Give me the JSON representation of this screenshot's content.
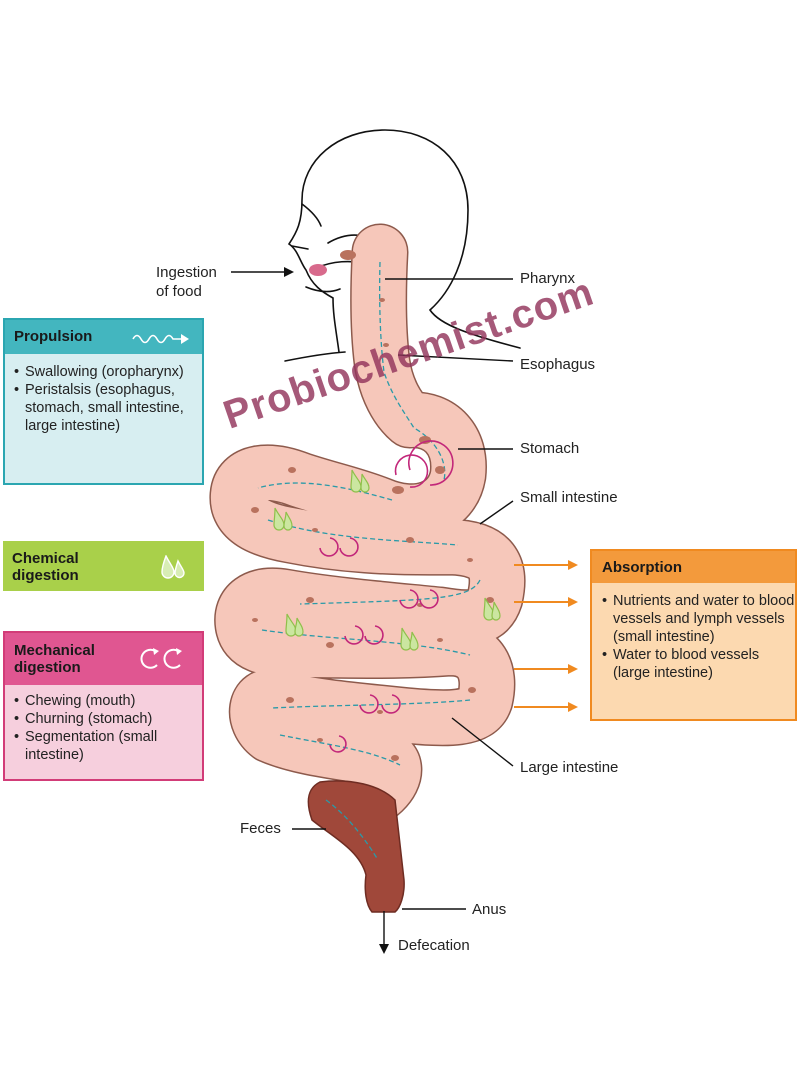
{
  "labels": {
    "ingestion": "Ingestion",
    "of_food": "of food",
    "pharynx": "Pharynx",
    "esophagus": "Esophagus",
    "stomach": "Stomach",
    "small_intestine": "Small intestine",
    "large_intestine": "Large intestine",
    "feces": "Feces",
    "anus": "Anus",
    "defecation": "Defecation"
  },
  "propulsion": {
    "title": "Propulsion",
    "icon": "wave-arrow-icon",
    "items": [
      "Swallowing (oropharynx)",
      "Peristalsis (esophagus, stomach, small intestine, large intestine)"
    ]
  },
  "chemical": {
    "title_line1": "Chemical",
    "title_line2": "digestion",
    "icon": "enzyme-drops-icon"
  },
  "mechanical": {
    "title_line1": "Mechanical",
    "title_line2": "digestion",
    "icon": "churning-arrows-icon",
    "items": [
      "Chewing (mouth)",
      "Churning (stomach)",
      "Segmentation (small intestine)"
    ]
  },
  "absorption": {
    "title": "Absorption",
    "items": [
      "Nutrients and water to blood vessels and lymph vessels (small intestine)",
      "Water to blood vessels (large intestine)"
    ]
  },
  "watermark": "Probiochemist.com",
  "colors": {
    "propulsion": "#43b6bf",
    "chemical": "#a9d04a",
    "mechanical": "#e05691",
    "absorption": "#f39a3c",
    "tract": "#f6c7ba",
    "tract_outline": "#8d5a4c",
    "flow_arrow": "#2a9aa8",
    "churn": "#c2277a"
  }
}
